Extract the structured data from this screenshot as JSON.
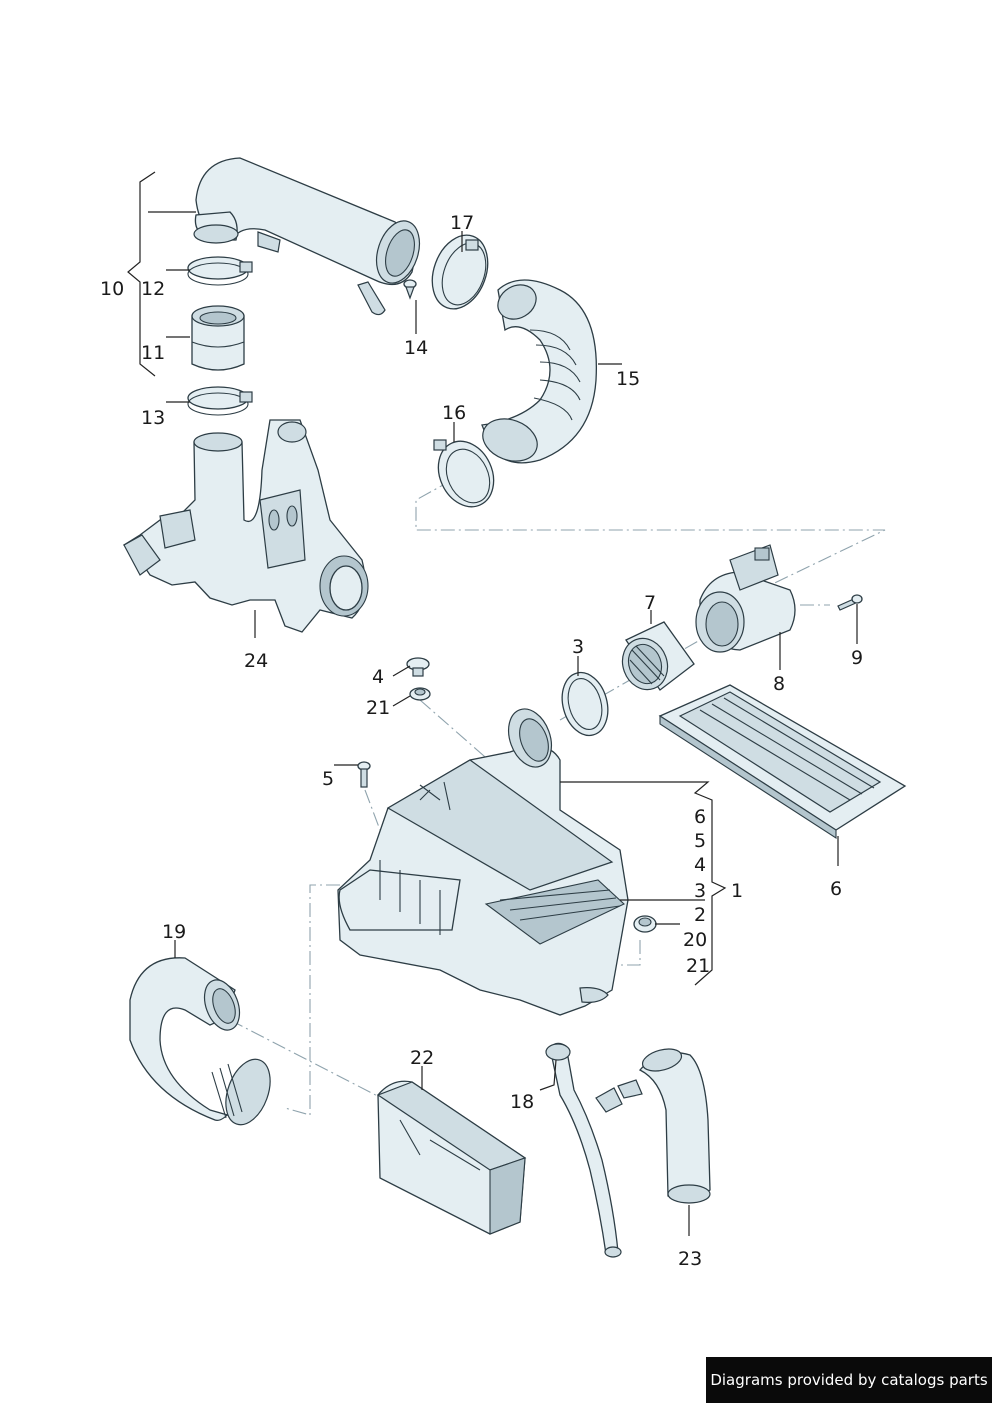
{
  "credit": "Diagrams provided by catalogs parts",
  "labels": {
    "l1": "1",
    "l2": "2",
    "l3a": "3",
    "l3b": "3",
    "l4a": "4",
    "l4b": "4",
    "l5a": "5",
    "l5b": "5",
    "l6a": "6",
    "l6b": "6",
    "l7": "7",
    "l8": "8",
    "l9": "9",
    "l10": "10",
    "l11": "11",
    "l12": "12",
    "l13": "13",
    "l14": "14",
    "l15": "15",
    "l16": "16",
    "l17": "17",
    "l18": "18",
    "l19": "19",
    "l20": "20",
    "l21a": "21",
    "l21b": "21",
    "l22": "22",
    "l23": "23",
    "l24": "24"
  }
}
